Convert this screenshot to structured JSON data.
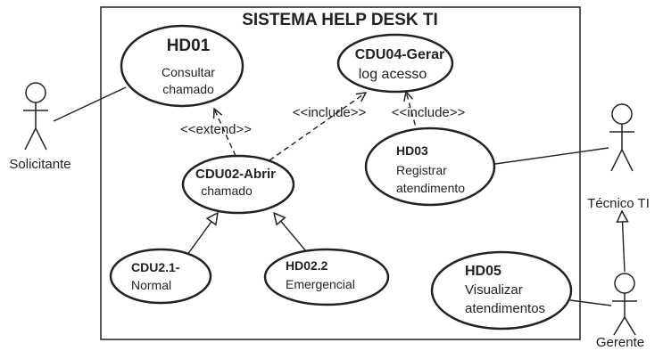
{
  "system": {
    "title": "SISTEMA HELP DESK TI"
  },
  "actors": {
    "solicitante": "Solicitante",
    "tecnico": "Técnico TI",
    "gerente": "Gerente"
  },
  "use_cases": {
    "hd01": {
      "id": "HD01",
      "line1": "Consultar",
      "line2": "chamado"
    },
    "cdu04": {
      "id": "CDU04-Gerar",
      "line1": "log acesso"
    },
    "cdu02": {
      "id": "CDU02-Abrir",
      "line1": "chamado"
    },
    "hd03": {
      "id": "HD03",
      "line1": "Registrar",
      "line2": "atendimento"
    },
    "cdu21": {
      "id": "CDU2.1-",
      "line1": "Normal"
    },
    "hd022": {
      "id": "HD02.2",
      "line1": "Emergencial"
    },
    "hd05": {
      "id": "HD05",
      "line1": "Visualizar",
      "line2": "atendimentos"
    }
  },
  "relations": {
    "extend": "<<extend>>",
    "include_cdu02": "<<include>>",
    "include_hd03": "<<include>>"
  }
}
